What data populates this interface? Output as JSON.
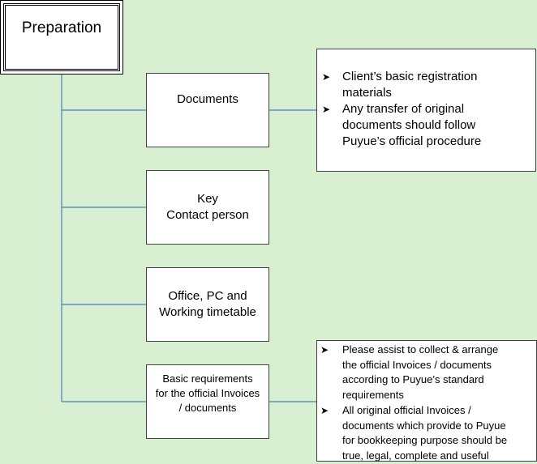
{
  "root": {
    "title": "Preparation"
  },
  "items": [
    {
      "lines": [
        "Documents"
      ]
    },
    {
      "lines": [
        "Key",
        "Contact person"
      ]
    },
    {
      "lines": [
        "Office, PC and",
        "Working timetable"
      ]
    },
    {
      "lines": [
        "Basic requirements",
        "for the official Invoices",
        "/ documents"
      ]
    }
  ],
  "notes": [
    {
      "bullets": [
        [
          "Client’s basic registration",
          "materials"
        ],
        [
          "Any transfer of original",
          "documents should follow",
          "Puyue’s official  procedure"
        ]
      ]
    },
    {
      "bullets": [
        [
          "Please assist to collect & arrange",
          "the official Invoices / documents",
          "according to  Puyue’s  standard",
          "requirements"
        ],
        [
          "All original official Invoices /",
          "documents which provide to Puyue",
          "for bookkeeping purpose should be",
          "true, legal, complete and useful"
        ]
      ]
    }
  ],
  "colors": {
    "background": "#d8efd1",
    "connector": "#4a7ebb"
  }
}
